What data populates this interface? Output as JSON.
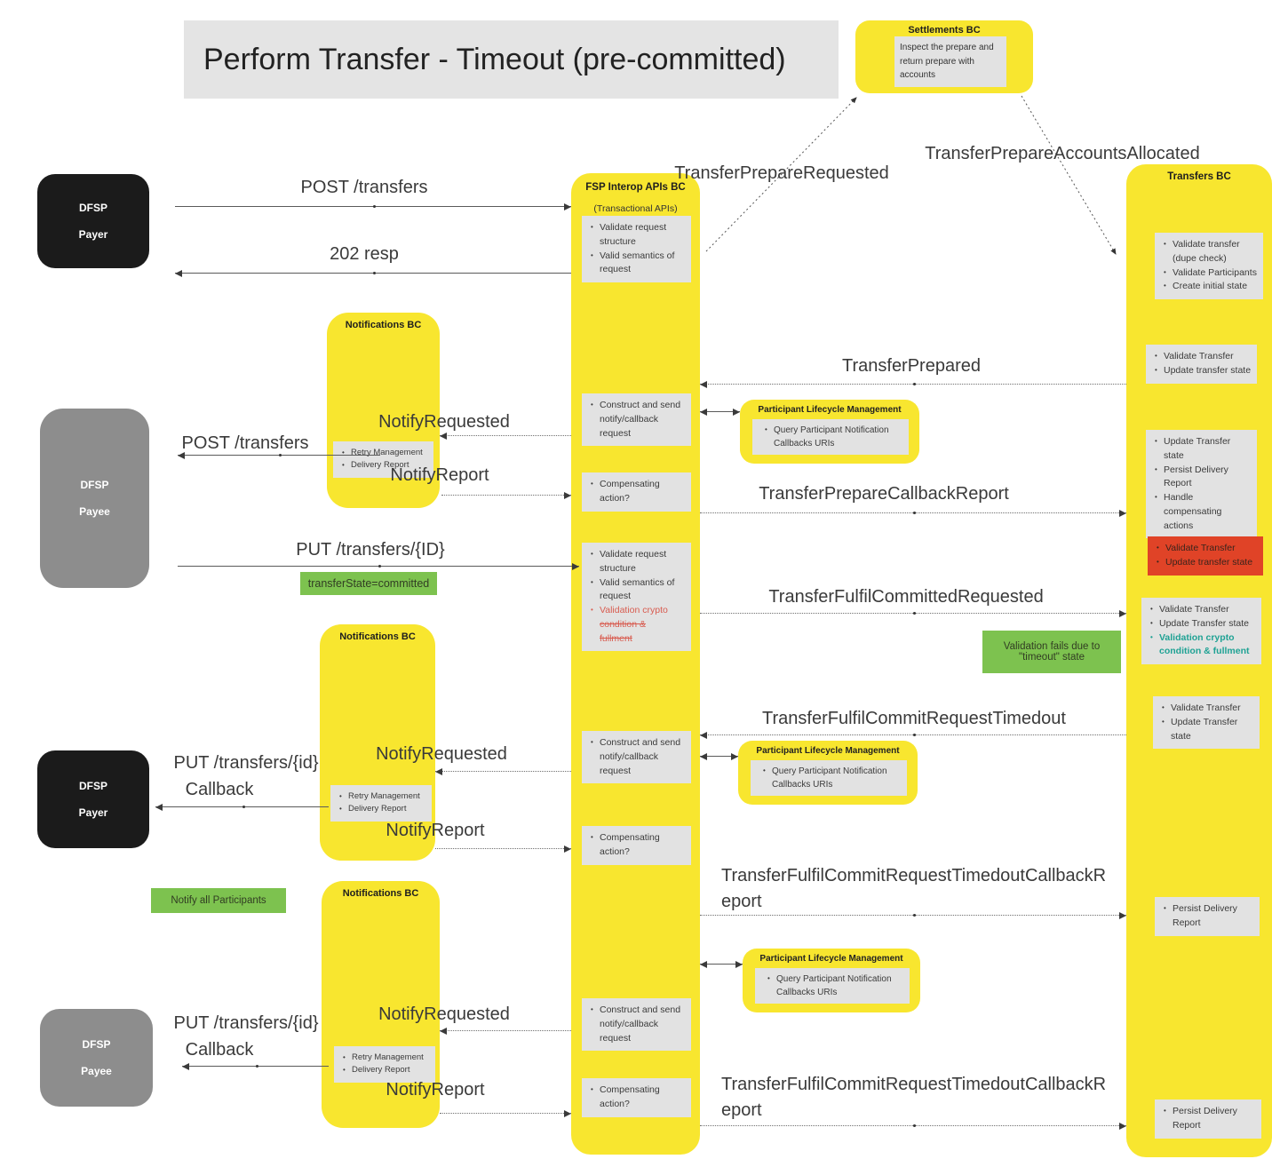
{
  "title": "Perform Transfer - Timeout (pre-committed)",
  "colors": {
    "bc_yellow": "#f8e62f",
    "task_gray": "#e2e2e2",
    "note_green": "#7dc24f",
    "error_red": "#e04327",
    "highlight_teal": "#1fa294",
    "actor_black": "#1b1b1b",
    "actor_gray": "#8d8d8d"
  },
  "settlements": {
    "header": "Settlements BC",
    "note": "Inspect the prepare and return prepare with accounts"
  },
  "fsp": {
    "header": "FSP Interop APIs BC",
    "subheader": "(Transactional APIs)"
  },
  "transfers_bc": {
    "header": "Transfers BC"
  },
  "notifications": {
    "header": "Notifications BC",
    "bullets": [
      "Retry Management",
      "Delivery Report"
    ]
  },
  "plm": {
    "header": "Participant Lifecycle Management",
    "bullets": [
      "Query Participant Notification Callbacks URIs"
    ]
  },
  "actors": {
    "payer": [
      "DFSP",
      "Payer"
    ],
    "payee": [
      "DFSP",
      "Payee"
    ]
  },
  "fsp_tasks": {
    "validate_request": [
      "Validate request structure",
      "Valid semantics of request"
    ],
    "construct_notify": [
      "Construct and send notify/callback request"
    ],
    "compensating": [
      "Compensating action?"
    ],
    "crypto": {
      "b1": "Validate request structure",
      "b2": "Valid semantics of request",
      "b3a": "Validation crypto",
      "b3b": "condition &",
      "b3c": "fullment"
    }
  },
  "transfers_tasks": {
    "initial": [
      "Validate transfer (dupe check)",
      "Validate Participants",
      "Create initial state"
    ],
    "validate_update": [
      "Validate Transfer",
      "Update transfer state"
    ],
    "update_persist": [
      "Update Transfer state",
      "Persist Delivery Report",
      "Handle compensating actions"
    ],
    "red_validate": [
      "Validate Transfer",
      "Update transfer state"
    ],
    "crypto": {
      "b1": "Validate Transfer",
      "b2": "Update Transfer state",
      "b3": "Validation crypto condition & fullment"
    },
    "validate_update2": [
      "Validate Transfer",
      "Update Transfer state"
    ],
    "persist": [
      "Persist Delivery Report"
    ]
  },
  "messages": {
    "post_transfers": "POST /transfers",
    "resp_202": "202 resp",
    "transfer_prepare_requested": "TransferPrepareRequested",
    "transfer_prepare_accounts_allocated": "TransferPrepareAccountsAllocated",
    "transfer_prepared": "TransferPrepared",
    "notify_requested": "NotifyRequested",
    "notify_report": "NotifyReport",
    "transfer_prepare_callback_report": "TransferPrepareCallbackReport",
    "put_transfers_id_caps": "PUT /transfers/{ID}",
    "transfer_fulfil_committed_requested": "TransferFulfilCommittedRequested",
    "transfer_fulfil_commit_request_timedout": "TransferFulfilCommitRequestTimedout",
    "put_transfers_id": "PUT /transfers/{id}",
    "callback": "Callback",
    "transfer_fulfil_commit_request_timedout_callback_report": "TransferFulfilCommitRequestTimedoutCallbackReport"
  },
  "notes": {
    "transfer_state_committed": "transferState=committed",
    "validation_fails": "Validation fails due to\n\"timeout\" state",
    "notify_all_participants": "Notify all Participants"
  }
}
